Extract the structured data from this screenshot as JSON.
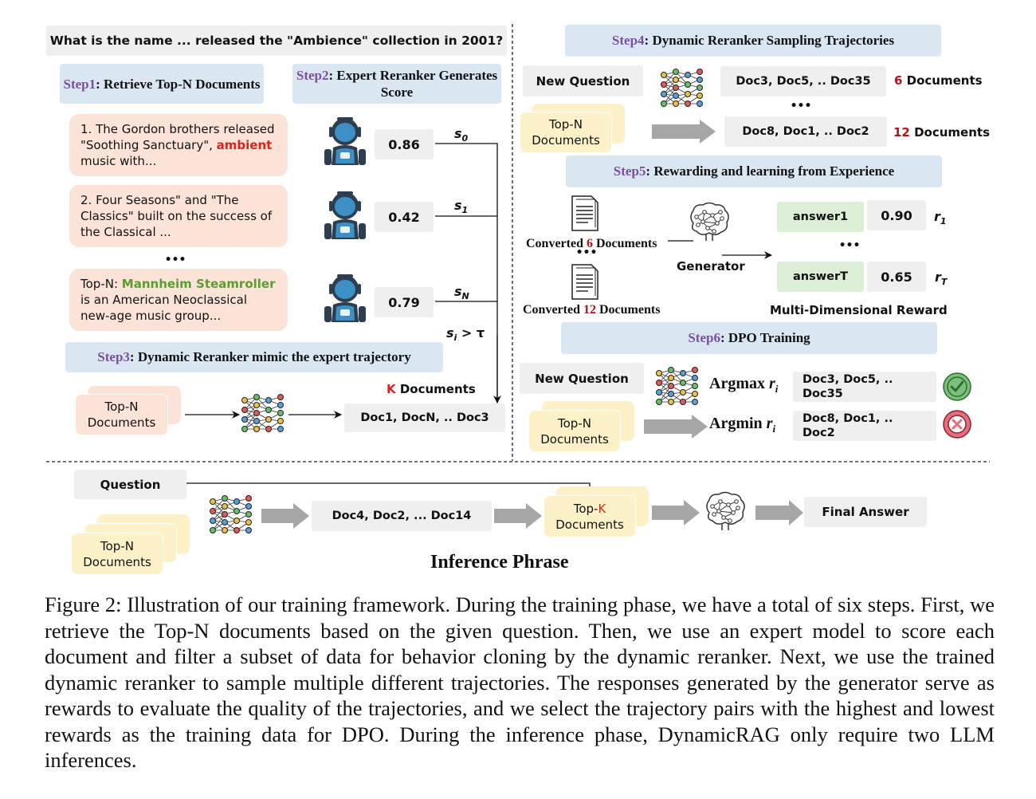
{
  "question": "What is the name ... released the \"Ambience\" collection in 2001?",
  "steps": {
    "s1": {
      "num": "Step1",
      "title": ": Retrieve Top-N Documents"
    },
    "s2": {
      "num": "Step2",
      "title": ": Expert Reranker Generates Score"
    },
    "s3": {
      "num": "Step3",
      "title": ": Dynamic Reranker mimic the expert trajectory"
    },
    "s4": {
      "num": "Step4",
      "title": ": Dynamic Reranker Sampling Trajectories"
    },
    "s5": {
      "num": "Step5",
      "title": ": Rewarding and learning from Experience"
    },
    "s6": {
      "num": "Step6",
      "title": ": DPO Training"
    }
  },
  "documents": {
    "doc1_pre": "1. The Gordon brothers released \"Soothing Sanctuary\", ",
    "doc1_highlight": "ambient",
    "doc1_post": " music with...",
    "doc2": "2. Four Seasons\" and \"The Classics\" built on the success of the Classical ...",
    "docN_pre": "Top-N: ",
    "docN_highlight": "Mannheim Steamroller",
    "docN_post": " is an American Neoclassical new-age music group...",
    "ellipsis": "•••"
  },
  "scores": [
    {
      "value": "0.86",
      "label": "s",
      "sub": "0"
    },
    {
      "value": "0.42",
      "label": "s",
      "sub": "1"
    },
    {
      "value": "0.79",
      "label": "s",
      "sub": "N"
    }
  ],
  "threshold": {
    "lhs": "s",
    "sub": "i",
    "op": " > τ"
  },
  "step3": {
    "stack_label": "Top-N Documents",
    "k_prefix": "K",
    "k_suffix": " Documents",
    "output": "Doc1, DocN, .. Doc3"
  },
  "step4": {
    "new_question": "New Question",
    "stack_label": "Top-N Documents",
    "traj1": "Doc3, Doc5, .. Doc35",
    "traj1_count": "6",
    "traj2": "Doc8, Doc1, .. Doc2",
    "traj2_count": "12",
    "count_suffix": " Documents",
    "ellipsis": "•••"
  },
  "step5": {
    "converted_prefix": "Converted ",
    "converted1_count": "6",
    "converted2_count": "12",
    "converted_suffix": " Documents",
    "generator": "Generator",
    "answer1": "answer1",
    "answer1_score": "0.90",
    "r1": "r",
    "r1_sub": "1",
    "answerT": "answerT",
    "answerT_score": "0.65",
    "rT": "r",
    "rT_sub": "T",
    "reward_label": "Multi-Dimensional Reward",
    "ellipsis": "•••"
  },
  "step6": {
    "new_question": "New Question",
    "stack_label": "Top-N Documents",
    "argmax": "Argmax ",
    "argmin": "Argmin ",
    "r": "r",
    "r_sub": "i",
    "chosen": "Doc3, Doc5, .. Doc35",
    "rejected": "Doc8, Doc1, .. Doc2"
  },
  "inference": {
    "question": "Question",
    "stack_label": "Top-N Documents",
    "reranked": "Doc4, Doc2, ... Doc14",
    "topk_prefix": "Top-",
    "topk_k": "K",
    "topk_suffix": "Documents",
    "final_answer": "Final Answer",
    "phase_title": "Inference Phrase"
  },
  "caption": "Figure 2: Illustration of our training framework. During the training phase, we have a total of six steps. First, we retrieve the Top-N documents based on the given question. Then, we use an expert model to score each document and filter a subset of data for behavior cloning by the dynamic reranker. Next, we use the trained dynamic reranker to sample multiple different trajectories. The responses generated by the generator serve as rewards to evaluate the quality of the trajectories, and we select the trajectory pairs with the highest and lowest rewards as the training data for DPO. During the inference phase, DynamicRAG only require two LLM inferences.",
  "colors": {
    "step_num": "#7a4f9e",
    "step_box": "#dae7f3",
    "doc_box": "#fbe3d8",
    "stack_yellow": "#fdf1c8",
    "answer_green": "#dcefd6",
    "highlight_red": "#d6251f",
    "highlight_green": "#5a9e2f",
    "arrow_gray": "#a6a6a6"
  }
}
